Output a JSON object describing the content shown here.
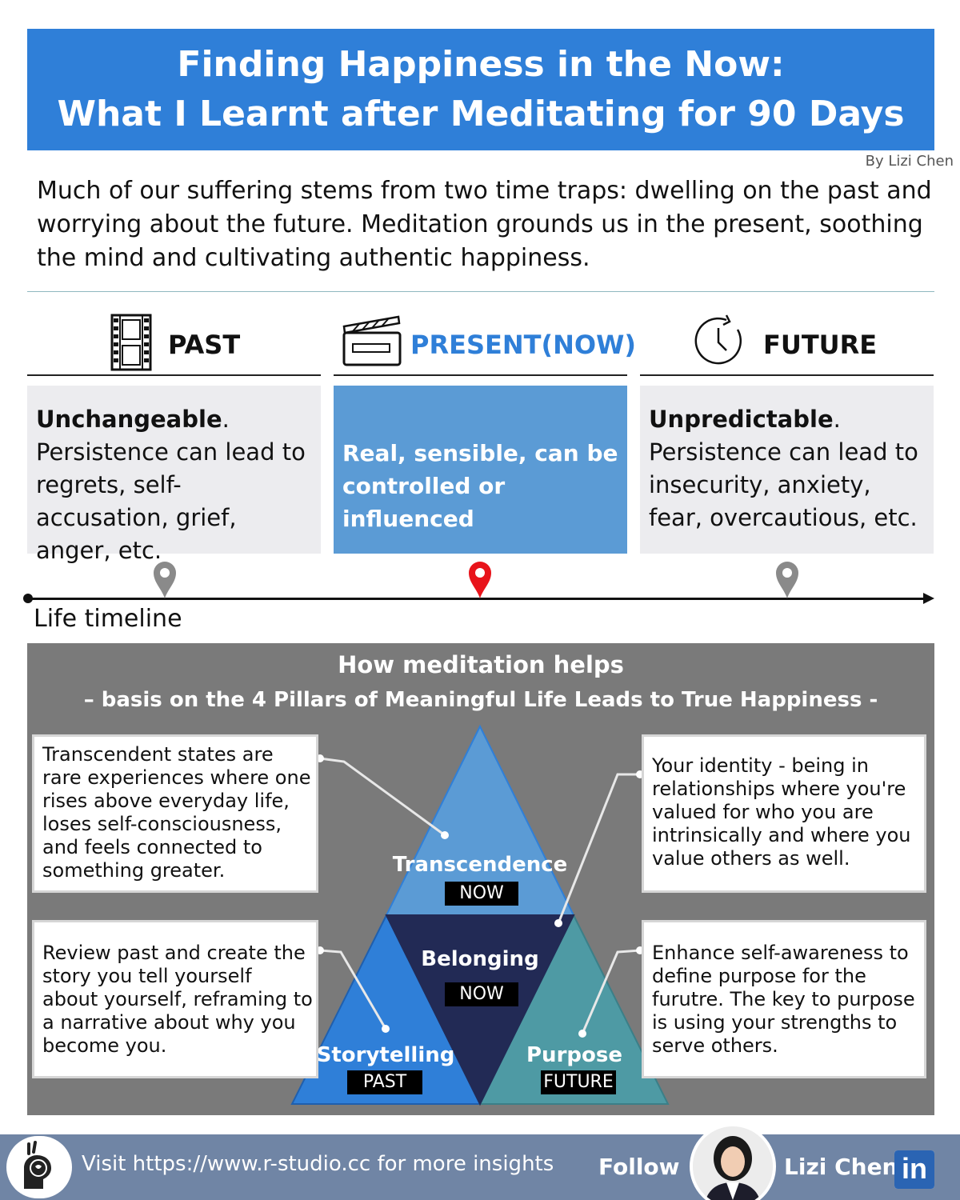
{
  "header": {
    "title_line1": "Finding Happiness in the Now:",
    "title_line2": "What I Learnt after Meditating for 90 Days",
    "byline": "By Lizi Chen"
  },
  "intro": "Much of our suffering stems from two time traps: dwelling on the past and worrying about the future. Meditation grounds us in the present, soothing the mind and cultivating authentic happiness.",
  "columns": {
    "past": {
      "label": "PAST",
      "icon": "film-strip-icon",
      "heading": "Unchangeable",
      "punct": ".",
      "text": "Persistence can lead to regrets, self-accusation, grief, anger, etc."
    },
    "present": {
      "label": "PRESENT(NOW)",
      "icon": "clapperboard-icon",
      "text": "Real, sensible, can be controlled or influenced"
    },
    "future": {
      "label": "FUTURE",
      "icon": "clock-icon",
      "heading": "Unpredictable",
      "punct": ".",
      "text": "Persistence can lead to insecurity, anxiety, fear, overcautious, etc."
    }
  },
  "timeline": {
    "label": "Life timeline",
    "pin_icon": "map-pin-icon"
  },
  "panel": {
    "title": "How meditation helps",
    "subtitle": "– basis on the 4 Pillars of Meaningful Life Leads to True Happiness -",
    "cards": {
      "transcendence": "Transcendent states are rare experiences where one rises above everyday life, loses self-consciousness, and feels connected to something greater.",
      "identity": "Your identity - being in relationships where you're valued for who you are intrinsically and where you value others as well.",
      "story": "Review past and create the story you tell yourself about yourself, reframing to a narrative about why you become you.",
      "purpose": "Enhance self-awareness to define purpose for the furutre. The key to purpose is using your strengths to serve others."
    },
    "pillars": {
      "transcendence": {
        "name": "Transcendence",
        "tag": "NOW"
      },
      "belonging": {
        "name": "Belonging",
        "tag": "NOW"
      },
      "storytelling": {
        "name": "Storytelling",
        "tag": "PAST"
      },
      "purpose": {
        "name": "Purpose",
        "tag": "FUTURE"
      }
    },
    "colors": {
      "transcendence": "#5b9bd5",
      "belonging": "#222a55",
      "storytelling": "#2f7fd8",
      "purpose": "#4e9aa4"
    }
  },
  "footer": {
    "text": "Visit https://www.r-studio.cc for more insights",
    "follow": "Follow",
    "name": "Lizi Chen",
    "brand_icon": "linkedin-icon",
    "linkedin_text": "in"
  }
}
